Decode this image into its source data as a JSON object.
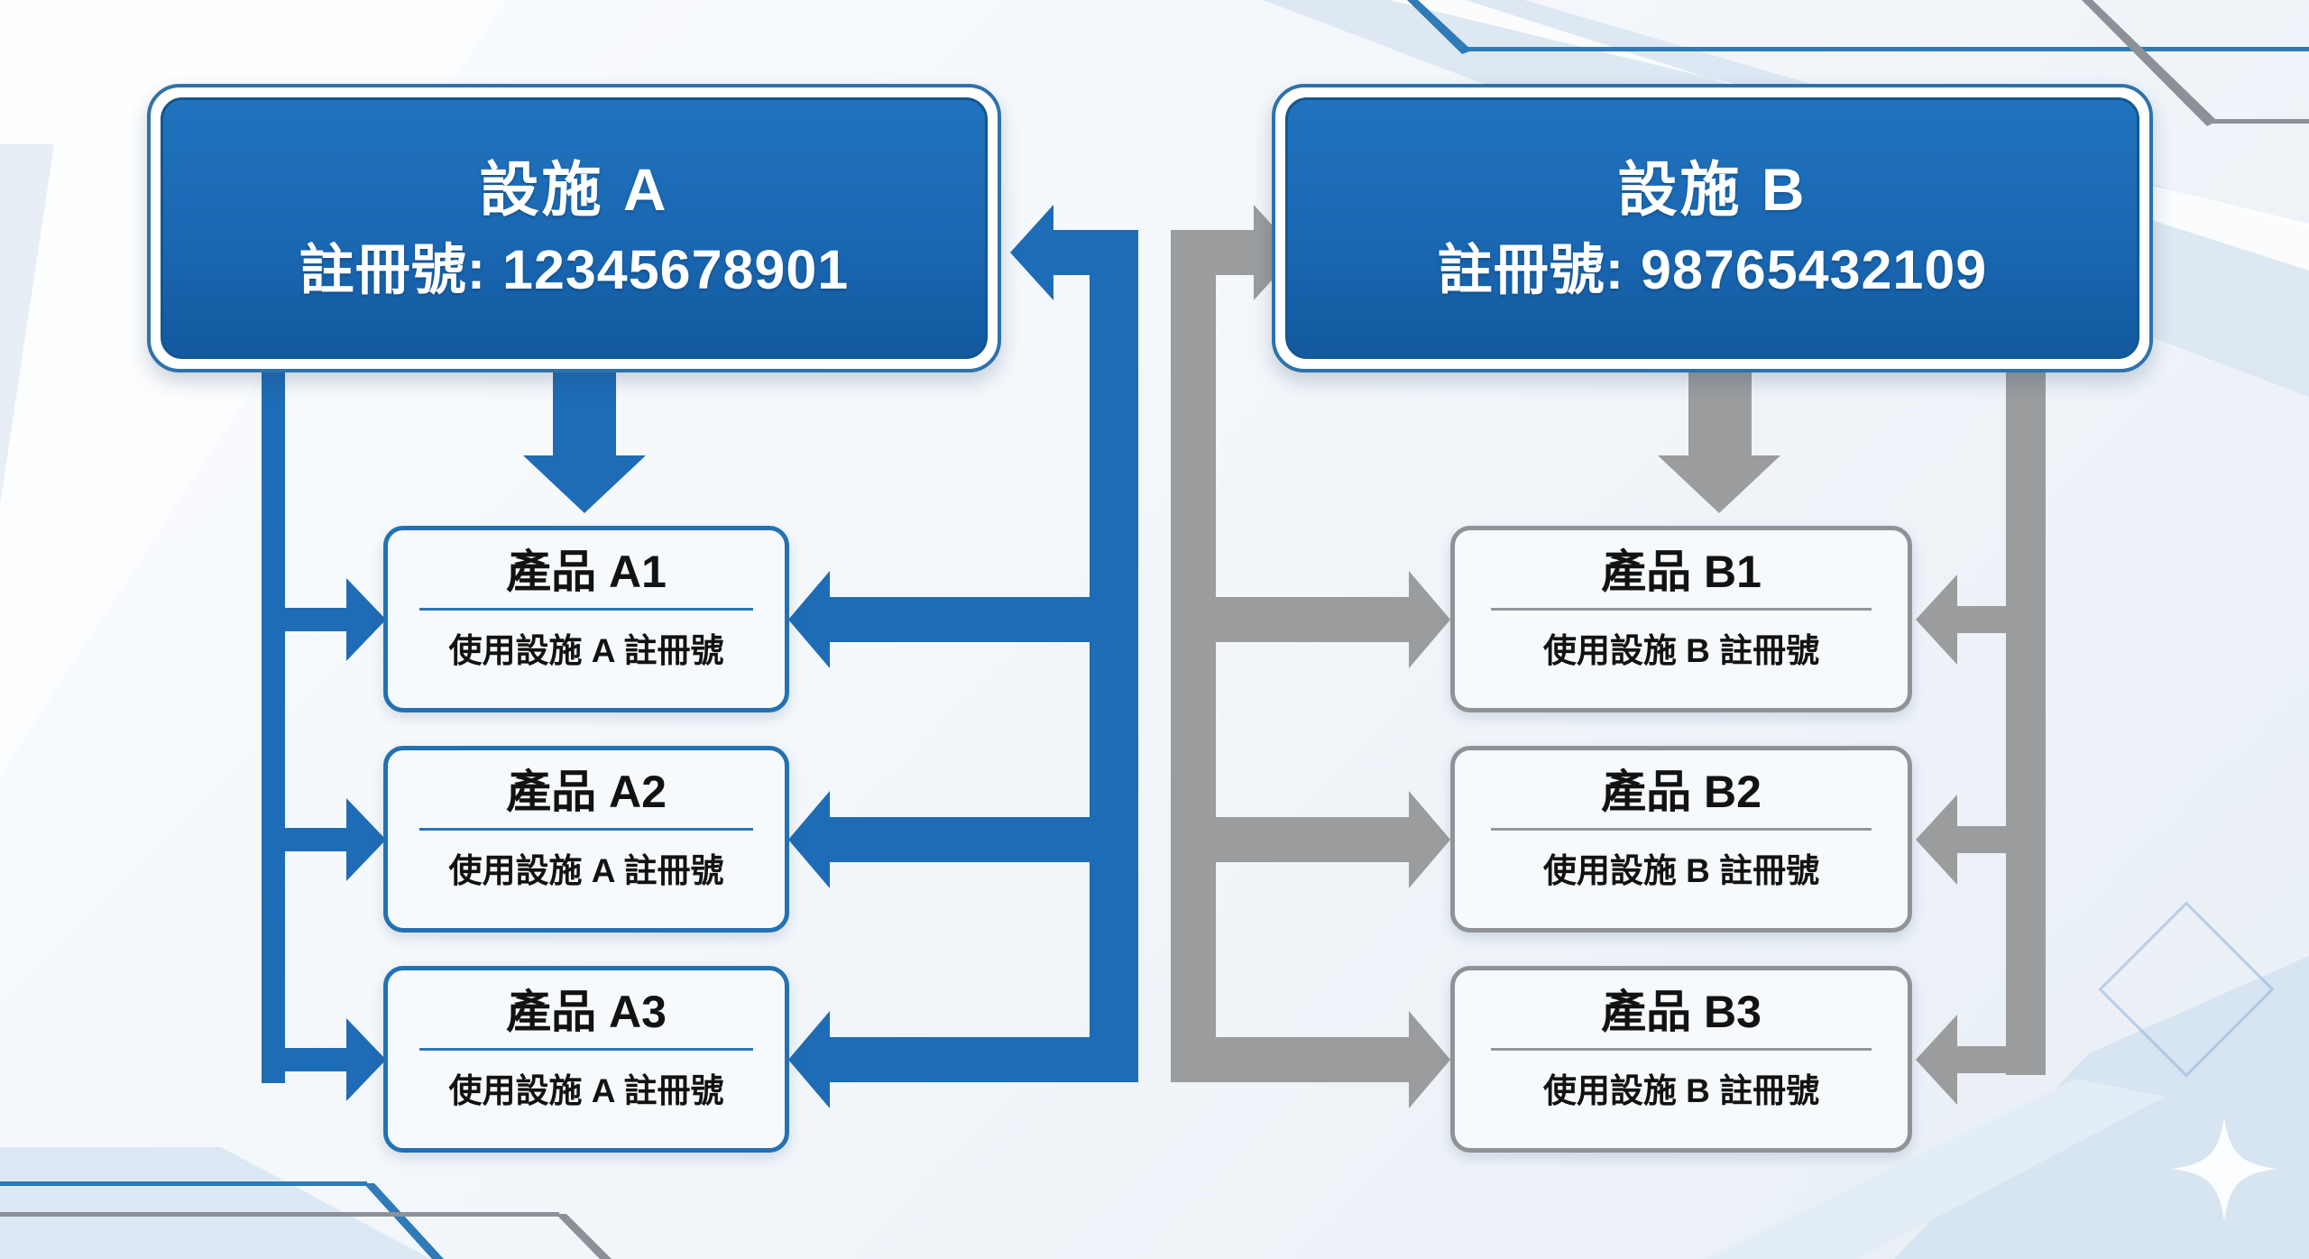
{
  "facilities": [
    {
      "name": "設施 A",
      "registration": "註冊號: 12345678901"
    },
    {
      "name": "設施 B",
      "registration": "註冊號: 98765432109"
    }
  ],
  "products": [
    {
      "name": "產品 A1",
      "note": "使用設施 A 註冊號"
    },
    {
      "name": "產品 A2",
      "note": "使用設施 A 註冊號"
    },
    {
      "name": "產品 A3",
      "note": "使用設施 A 註冊號"
    },
    {
      "name": "產品 B1",
      "note": "使用設施 B 註冊號"
    },
    {
      "name": "產品 B2",
      "note": "使用設施 B 註冊號"
    },
    {
      "name": "產品 B3",
      "note": "使用設施 B 註冊號"
    }
  ],
  "connections": [
    {
      "from": "設施 A",
      "to": [
        "產品 A1",
        "產品 A2",
        "產品 A3"
      ],
      "arrow_color": "#1e6cb5"
    },
    {
      "from": "設施 B",
      "to": [
        "產品 B1",
        "產品 B2",
        "產品 B3"
      ],
      "arrow_color": "#9a9c9e"
    }
  ],
  "colors": {
    "facility_fill": "#1b6ab4",
    "facility_border": "#12578f",
    "blue_connector": "#1e6cb5",
    "gray_connector": "#9a9c9e",
    "product_border_a": "#2371b3",
    "product_border_b": "#8f9397",
    "text_dark": "#121212",
    "background": "#eef3f8"
  }
}
